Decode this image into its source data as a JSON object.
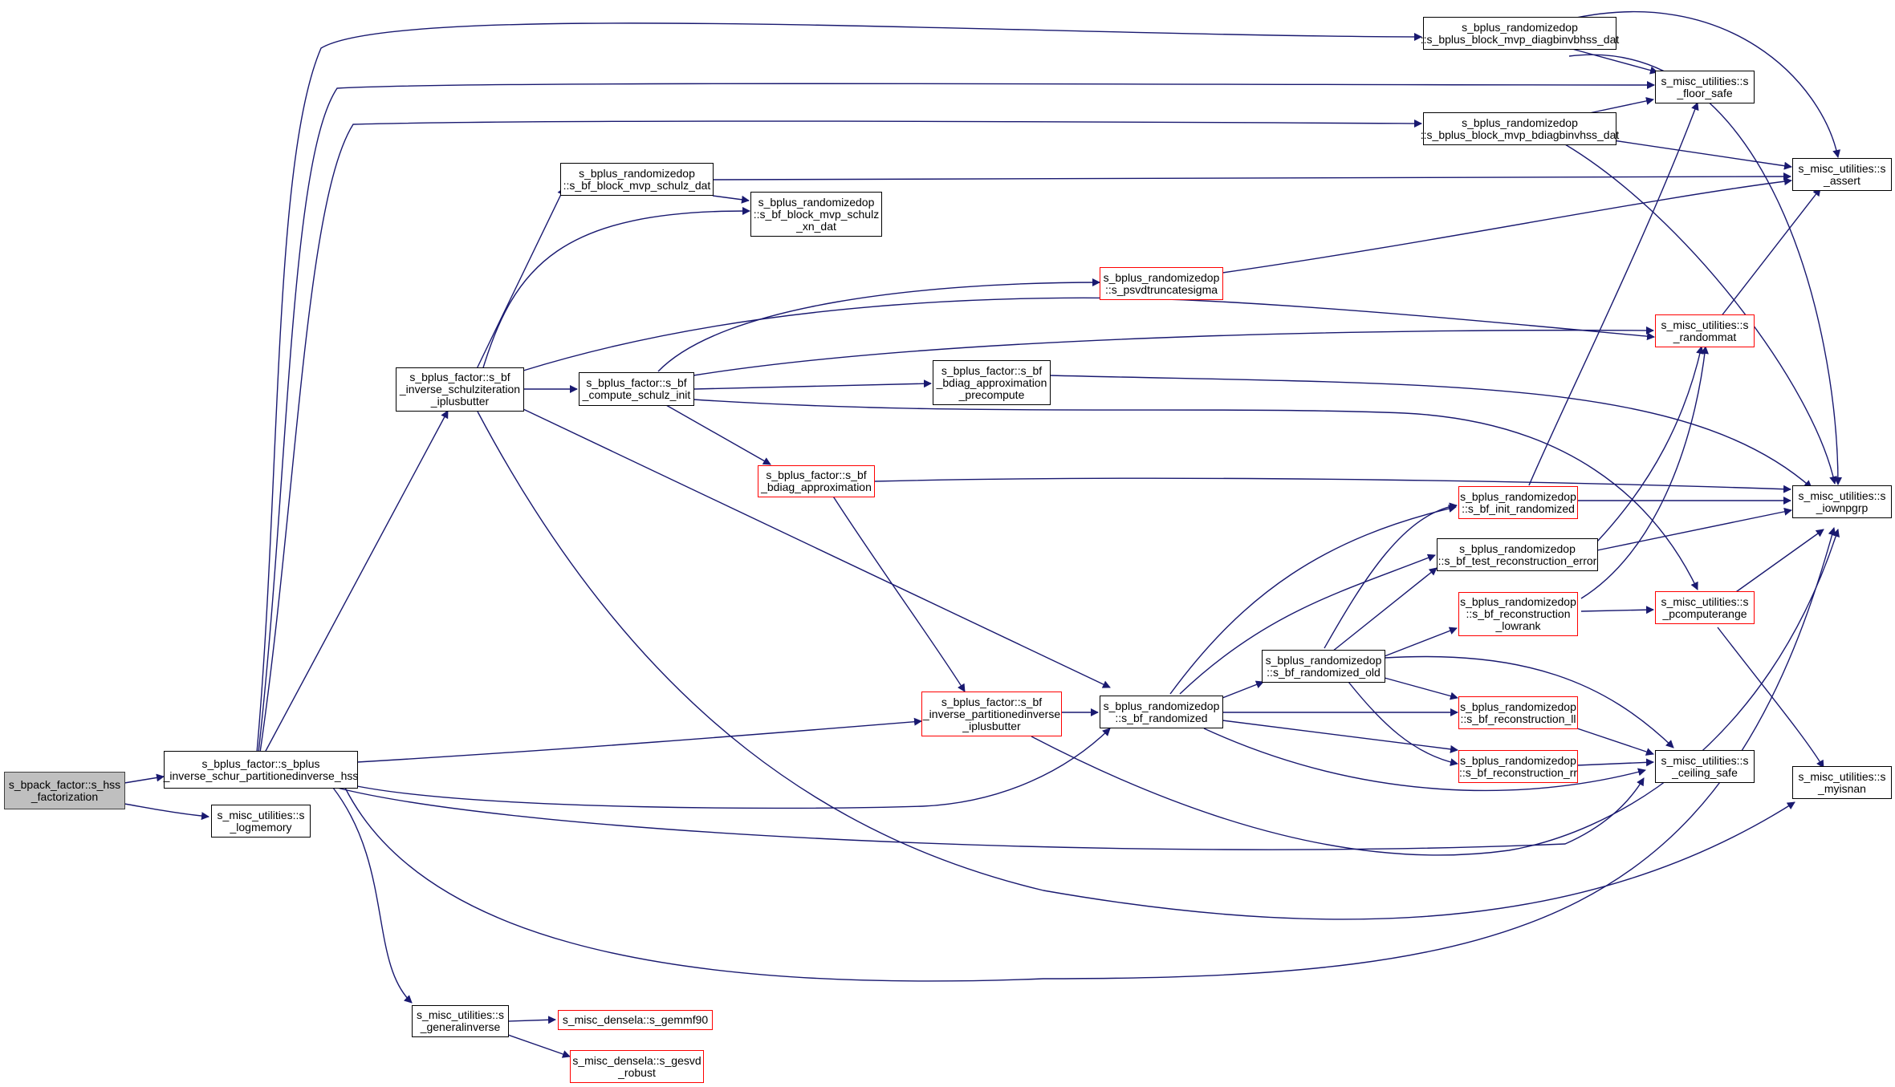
{
  "colors": {
    "edge": "#191970",
    "node_border": "#000000",
    "truncated_border": "#ff0000",
    "root_fill": "#bfbfbf"
  },
  "nodes": {
    "root": [
      "s_bpack_factor::s_hss",
      "_factorization"
    ],
    "hss": [
      "s_bplus_factor::s_bplus",
      "_inverse_schur_partitionedinverse_hss"
    ],
    "logmem": [
      "s_misc_utilities::s",
      "_logmemory"
    ],
    "schulz_iter": [
      "s_bplus_factor::s_bf",
      "_inverse_schulziteration",
      "_iplusbutter"
    ],
    "genin": [
      "s_misc_utilities::s",
      "_generalinverse"
    ],
    "gemm": [
      "s_misc_densela::s_gemmf90"
    ],
    "gesvd": [
      "s_misc_densela::s_gesvd",
      "_robust"
    ],
    "mvp_schulz": [
      "s_bplus_randomizedop",
      "::s_bf_block_mvp_schulz_dat"
    ],
    "mvp_xn": [
      "s_bplus_randomizedop",
      "::s_bf_block_mvp_schulz",
      "_xn_dat"
    ],
    "compute_schulz": [
      "s_bplus_factor::s_bf",
      "_compute_schulz_init"
    ],
    "psvd": [
      "s_bplus_randomizedop",
      "::s_psvdtruncatesigma"
    ],
    "bdiag_pre": [
      "s_bplus_factor::s_bf",
      "_bdiag_approximation",
      "_precompute"
    ],
    "bdiag": [
      "s_bplus_factor::s_bf",
      "_bdiag_approximation"
    ],
    "part_inv": [
      "s_bplus_factor::s_bf",
      "_inverse_partitionedinverse",
      "_iplusbutter"
    ],
    "bf_rand": [
      "s_bplus_randomizedop",
      "::s_bf_randomized"
    ],
    "bf_rand_old": [
      "s_bplus_randomizedop",
      "::s_bf_randomized_old"
    ],
    "diagbin": [
      "s_bplus_randomizedop",
      "::s_bplus_block_mvp_diagbinvbhss_dat"
    ],
    "bdiagbin": [
      "s_bplus_randomizedop",
      "::s_bplus_block_mvp_bdiagbinvhss_dat"
    ],
    "init_rand": [
      "s_bplus_randomizedop",
      "::s_bf_init_randomized"
    ],
    "test_rec": [
      "s_bplus_randomizedop",
      "::s_bf_test_reconstruction_error"
    ],
    "rec_lowrank": [
      "s_bplus_randomizedop",
      "::s_bf_reconstruction",
      "_lowrank"
    ],
    "rec_ll": [
      "s_bplus_randomizedop",
      "::s_bf_reconstruction_ll"
    ],
    "rec_rr": [
      "s_bplus_randomizedop",
      "::s_bf_reconstruction_rr"
    ],
    "floor": [
      "s_misc_utilities::s",
      "_floor_safe"
    ],
    "randommat": [
      "s_misc_utilities::s",
      "_randommat"
    ],
    "pcompute": [
      "s_misc_utilities::s",
      "_pcomputerange"
    ],
    "ceiling": [
      "s_misc_utilities::s",
      "_ceiling_safe"
    ],
    "assert": [
      "s_misc_utilities::s",
      "_assert"
    ],
    "iownpgrp": [
      "s_misc_utilities::s",
      "_iownpgrp"
    ],
    "myisnan": [
      "s_misc_utilities::s",
      "_myisnan"
    ]
  }
}
